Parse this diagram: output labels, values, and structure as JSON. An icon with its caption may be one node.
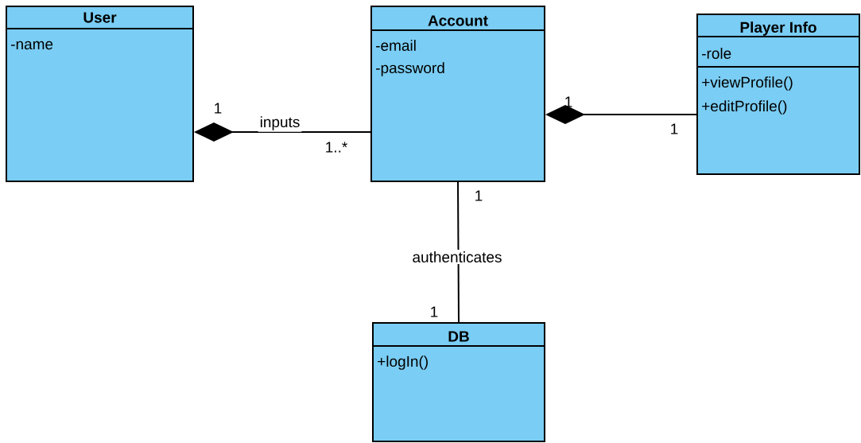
{
  "diagram": {
    "nodes": [
      {
        "text": [
          "User",
          "-name"
        ]
      },
      {
        "text": [
          "Account",
          "-email",
          "-password"
        ]
      },
      {
        "text": [
          "Player Info",
          "-role",
          "+viewProfile()",
          "+editProfile()"
        ]
      },
      {
        "text": [
          "DB",
          "+logIn()"
        ]
      }
    ],
    "edges": [
      {
        "from": 0,
        "to": 1,
        "arrow": "other",
        "label": "inputs"
      },
      {
        "from": 1,
        "to": 2,
        "arrow": "other"
      },
      {
        "from": 1,
        "to": 3,
        "arrow": "none",
        "label": "authenticates"
      }
    ],
    "labels": [
      "1",
      "1..*",
      "1",
      "1",
      "1",
      "1"
    ]
  }
}
